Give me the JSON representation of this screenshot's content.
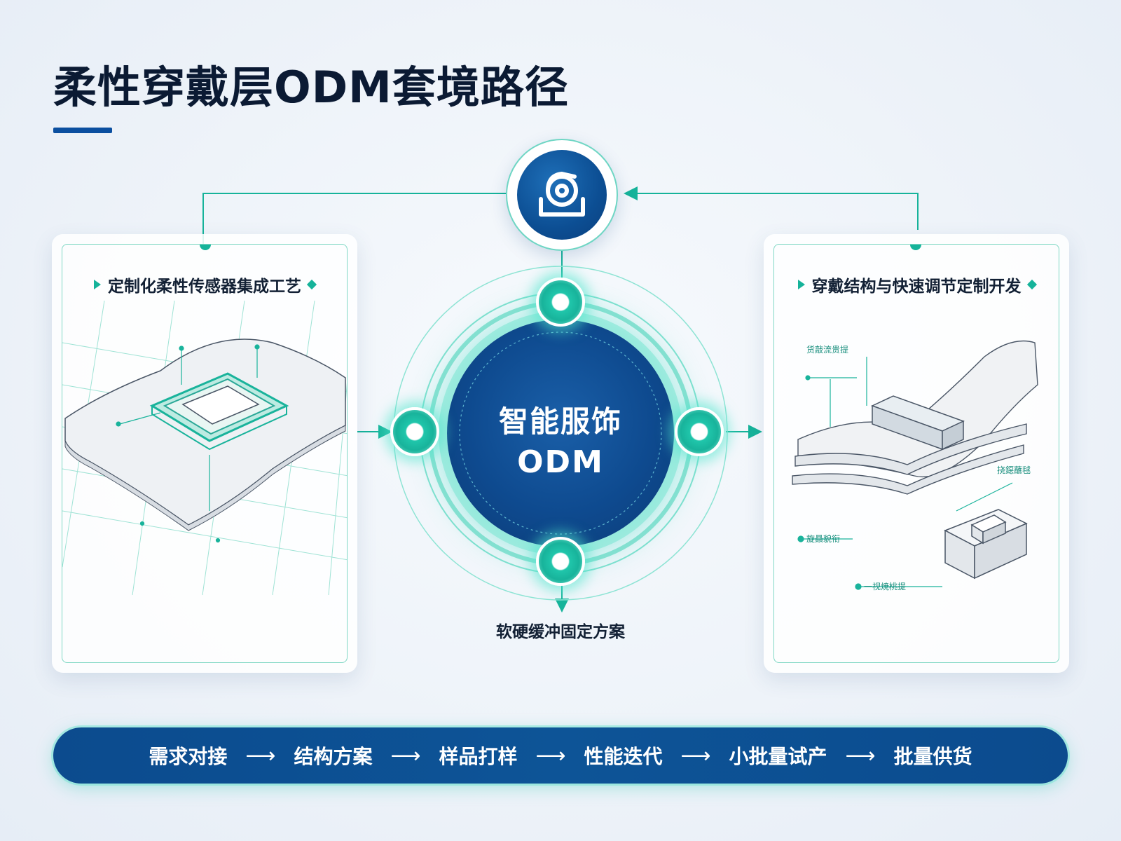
{
  "title": "柔性穿戴层ODM套境路径",
  "colors": {
    "accent_teal": "#16b39a",
    "navy": "#0c4b8e",
    "title_text": "#0b1a33"
  },
  "top_icon": {
    "icon": "tape-roll-icon"
  },
  "hub": {
    "line1": "智能服饰",
    "line2": "ODM"
  },
  "left_panel": {
    "heading": "定制化柔性传感器集成工艺"
  },
  "right_panel": {
    "heading": "穿戴结构与快速调节定制开发",
    "annotations": [
      "货敲流贵提",
      "挠鐚蘸毬",
      "旋贔貌衔",
      "一视焼桃提"
    ]
  },
  "bottom_label": "软硬缓冲固定方案",
  "process": {
    "arrow": "⟶",
    "steps": [
      {
        "label": "需求对接"
      },
      {
        "label": "结构方案"
      },
      {
        "label": "样品打样"
      },
      {
        "label": "性能迭代"
      },
      {
        "label": "小批量试产"
      },
      {
        "label": "批量供货"
      }
    ]
  }
}
